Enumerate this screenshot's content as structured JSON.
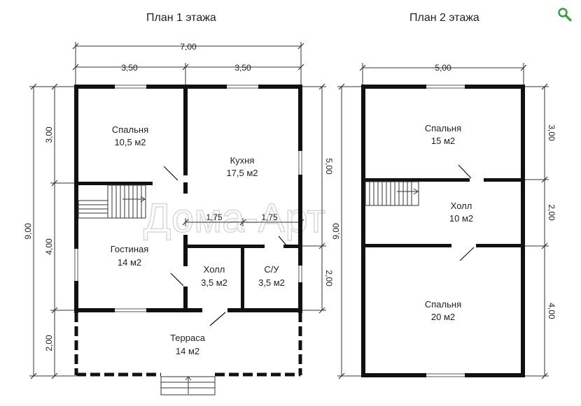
{
  "floor1": {
    "title": "План 1 этажа",
    "dims": {
      "total_width": "7,00",
      "left_width": "3,50",
      "right_width": "3,50",
      "total_height": "9,00",
      "h_top": "3,00",
      "h_mid": "4,00",
      "h_bottom": "2,00",
      "right_top": "5,00",
      "right_bottom": "2,00",
      "inner_left": "1,75",
      "inner_right": "1,75"
    },
    "rooms": {
      "bedroom": {
        "name": "Спальня",
        "area": "10,5 м2"
      },
      "kitchen": {
        "name": "Кухня",
        "area": "17,5 м2"
      },
      "living": {
        "name": "Гостиная",
        "area": "14 м2"
      },
      "hall": {
        "name": "Холл",
        "area": "3,5 м2"
      },
      "bathroom": {
        "name": "С/У",
        "area": "3,5 м2"
      },
      "terrace": {
        "name": "Терраса",
        "area": "14 м2"
      }
    }
  },
  "floor2": {
    "title": "План 2 этажа",
    "dims": {
      "total_width": "5,00",
      "total_height": "9,00",
      "h_top": "3,00",
      "h_mid": "2,00",
      "h_bottom": "4,00"
    },
    "rooms": {
      "bedroom_top": {
        "name": "Спальня",
        "area": "15 м2"
      },
      "hall": {
        "name": "Холл",
        "area": "10 м2"
      },
      "bedroom_bottom": {
        "name": "Спальня",
        "area": "20 м2"
      }
    }
  },
  "watermark": "Дома-Арт",
  "colors": {
    "wall": "#111111",
    "dimension": "#333333",
    "accent": "#2e9e3e",
    "watermark": "#d8d8d8"
  },
  "icons": {
    "zoom": "magnifier-icon"
  }
}
